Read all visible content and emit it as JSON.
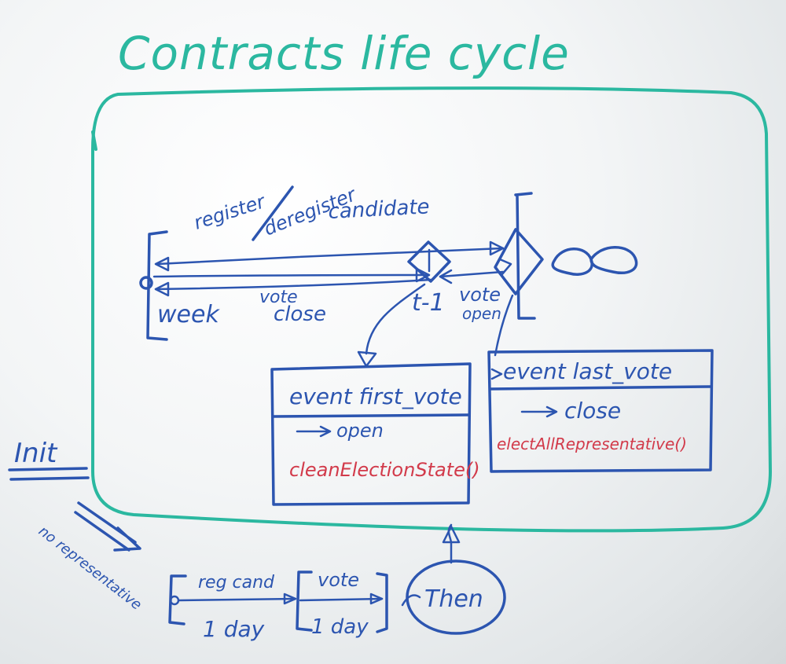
{
  "title": "Contracts life cycle",
  "timeline": {
    "top_label_register": "register",
    "top_label_deregister": "deregister",
    "top_label_candidate": "candidate",
    "label_week": "week",
    "label_vote": "vote",
    "label_close": "close",
    "label_t1": "t-1",
    "label_vote_open_1": "vote",
    "label_vote_open_2": "open"
  },
  "event_first": {
    "header": "event first_vote",
    "state": "open",
    "call": "cleanElectionState()"
  },
  "event_last": {
    "header": "event last_vote",
    "state": "close",
    "call": "electAllRepresentative()"
  },
  "init": {
    "label": "Init",
    "note": "no representative",
    "phase1_top": "reg cand",
    "phase1_bottom": "1 day",
    "phase2_top": "vote",
    "phase2_bottom": "1 day",
    "then": "Then"
  },
  "colors": {
    "marker_blue": "#2c55b0",
    "marker_teal": "#2bb8a0",
    "marker_red": "#d23a4a"
  }
}
